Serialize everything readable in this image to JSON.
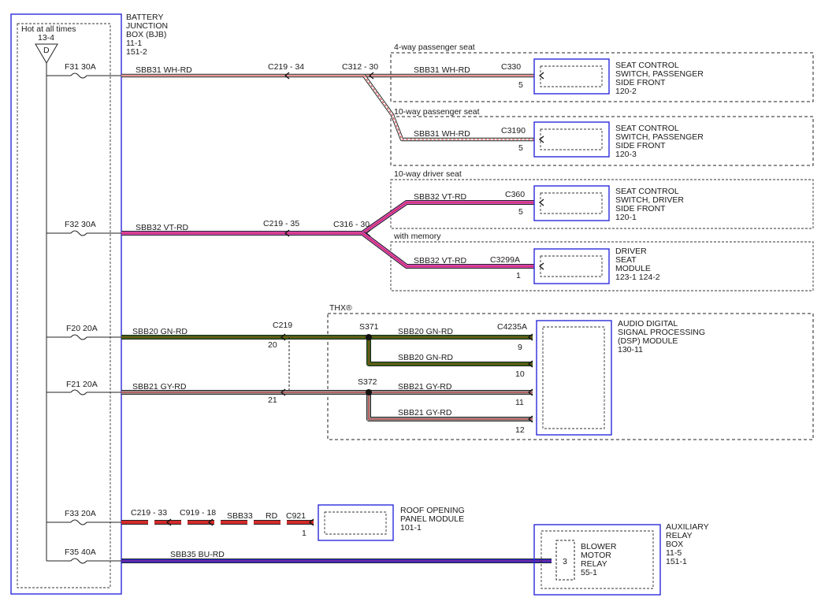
{
  "bjb": {
    "hot_label": "Hot at all times",
    "hot_ref": "13-4",
    "triangle": "D",
    "title_lines": [
      "BATTERY",
      "JUNCTION",
      "BOX (BJB)",
      "11-1",
      "151-2"
    ]
  },
  "fuses": {
    "f31": "F31  30A",
    "f32": "F32  30A",
    "f20": "F20  20A",
    "f21": "F21  20A",
    "f33": "F33  20A",
    "f35": "F35  40A"
  },
  "circuits": {
    "sbb31": "SBB31   WH-RD",
    "sbb32": "SBB32   VT-RD",
    "sbb20": "SBB20   GN-RD",
    "sbb21": "SBB21   GY-RD",
    "sbb33": "SBB33",
    "sbb33_color": "RD",
    "sbb35": "SBB35   BU-RD"
  },
  "connectors": {
    "c219_34": "C219 - 34",
    "c312_30": "C312 - 30",
    "c330": "C330",
    "c330_pin": "5",
    "c3190": "C3190",
    "c3190_pin": "5",
    "c219_35": "C219 - 35",
    "c316_30": "C316 - 30",
    "c360": "C360",
    "c360_pin": "5",
    "c3299a": "C3299A",
    "c3299a_pin": "1",
    "c219": "C219",
    "c219_pin20": "20",
    "c219_pin21": "21",
    "s371": "S371",
    "s372": "S372",
    "c4235a": "C4235A",
    "pin9": "9",
    "pin10": "10",
    "pin11": "11",
    "pin12": "12",
    "c219_33": "C219 - 33",
    "c919_18": "C919 - 18",
    "c921": "C921",
    "c921_pin": "1",
    "relay_pin": "3"
  },
  "groups": {
    "pass4": "4-way passenger seat",
    "pass10": "10-way passenger seat",
    "driver10": "10-way driver seat",
    "memory": "with memory",
    "thx": "THX®"
  },
  "components": {
    "seat_pass_4": [
      "SEAT CONTROL",
      "SWITCH, PASSENGER",
      "SIDE FRONT",
      "120-2"
    ],
    "seat_pass_10": [
      "SEAT CONTROL",
      "SWITCH, PASSENGER",
      "SIDE FRONT",
      "120-3"
    ],
    "seat_driver": [
      "SEAT CONTROL",
      "SWITCH, DRIVER",
      "SIDE FRONT",
      "120-1"
    ],
    "driver_module": [
      "DRIVER",
      "SEAT",
      "MODULE",
      "123-1     124-2"
    ],
    "dsp": [
      "AUDIO DIGITAL",
      "SIGNAL PROCESSING",
      "(DSP) MODULE",
      "130-11"
    ],
    "roof": [
      "ROOF OPENING",
      "PANEL MODULE",
      "101-1"
    ],
    "aux_box": [
      "AUXILIARY",
      "RELAY",
      "BOX",
      "11-5",
      "151-1"
    ],
    "blower": [
      "BLOWER",
      "MOTOR",
      "RELAY",
      "55-1"
    ]
  },
  "colors": {
    "red": "#d42a2a",
    "violet": "#d84cc8",
    "green": "#2e6e12",
    "gray": "#9a9a9a",
    "blue": "#2a2adc",
    "white": "#ffffff"
  }
}
